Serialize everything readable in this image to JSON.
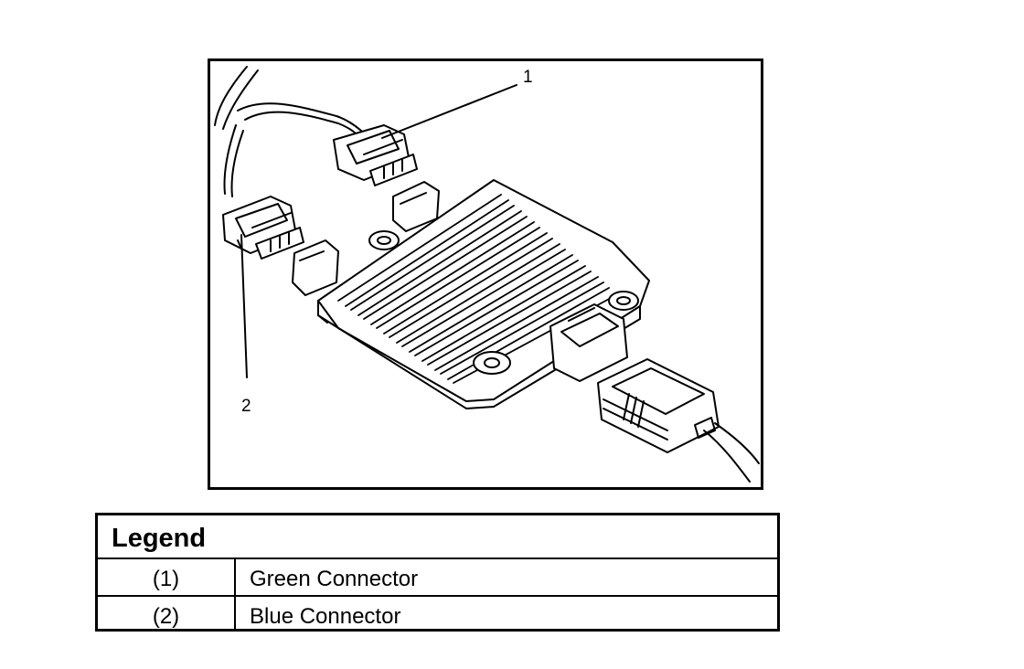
{
  "callouts": {
    "c1": "1",
    "c2": "2"
  },
  "legend": {
    "title": "Legend",
    "rows": [
      {
        "num": "(1)",
        "desc": "Green Connector"
      },
      {
        "num": "(2)",
        "desc": "Blue Connector"
      }
    ]
  },
  "colors": {
    "ink": "#000000",
    "paper": "#ffffff"
  }
}
